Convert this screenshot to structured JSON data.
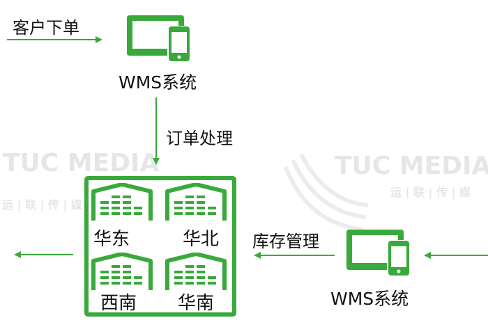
{
  "colors": {
    "accent": "#3aa93c",
    "text": "#111111",
    "watermark": "#e6e6e6"
  },
  "watermark": {
    "brand": "TUC MEDIA",
    "chinese": "运 | 联 | 传 | 媒"
  },
  "flow": {
    "customer_order": "客户下单",
    "wms_top": "WMS系统",
    "order_processing": "订单处理",
    "inventory_management": "库存管理",
    "wms_bottom": "WMS系统"
  },
  "warehouses": [
    {
      "label": "华东"
    },
    {
      "label": "华北"
    },
    {
      "label": "西南"
    },
    {
      "label": "华南"
    }
  ],
  "icons": [
    "device-icon",
    "warehouse-icon",
    "arrow-icon"
  ]
}
